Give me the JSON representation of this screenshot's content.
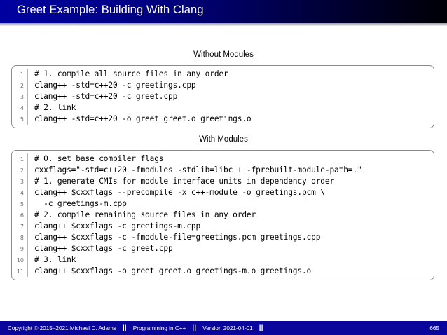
{
  "header": {
    "title": "Greet Example: Building With Clang",
    "gradient_start": "#0000a0",
    "gradient_end": "#000005"
  },
  "sections": [
    {
      "caption": "Without Modules",
      "lines": [
        {
          "n": "1",
          "code": "# 1. compile all source files in any order"
        },
        {
          "n": "2",
          "code": "clang++ -std=c++20 -c greetings.cpp"
        },
        {
          "n": "3",
          "code": "clang++ -std=c++20 -c greet.cpp"
        },
        {
          "n": "4",
          "code": "# 2. link"
        },
        {
          "n": "5",
          "code": "clang++ -std=c++20 -o greet greet.o greetings.o"
        }
      ]
    },
    {
      "caption": "With Modules",
      "lines": [
        {
          "n": "1",
          "code": "# 0. set base compiler flags"
        },
        {
          "n": "2",
          "code": "cxxflags=\"-std=c++20 -fmodules -stdlib=libc++ -fprebuilt-module-path=.\""
        },
        {
          "n": "3",
          "code": "# 1. generate CMIs for module interface units in dependency order"
        },
        {
          "n": "4",
          "code": "clang++ $cxxflags --precompile -x c++-module -o greetings.pcm \\"
        },
        {
          "n": "5",
          "code": "  -c greetings-m.cpp"
        },
        {
          "n": "6",
          "code": "# 2. compile remaining source files in any order"
        },
        {
          "n": "7",
          "code": "clang++ $cxxflags -c greetings-m.cpp"
        },
        {
          "n": "8",
          "code": "clang++ $cxxflags -c -fmodule-file=greetings.pcm greetings.cpp"
        },
        {
          "n": "9",
          "code": "clang++ $cxxflags -c greet.cpp"
        },
        {
          "n": "10",
          "code": "# 3. link"
        },
        {
          "n": "11",
          "code": "clang++ $cxxflags -o greet greet.o greetings-m.o greetings.o"
        }
      ]
    }
  ],
  "footer": {
    "copyright": "Copyright © 2015–2021 Michael D. Adams",
    "separator": "||",
    "course": "Programming in C++",
    "version": "Version 2021-04-01",
    "page": "665",
    "background": "#0a069b"
  }
}
